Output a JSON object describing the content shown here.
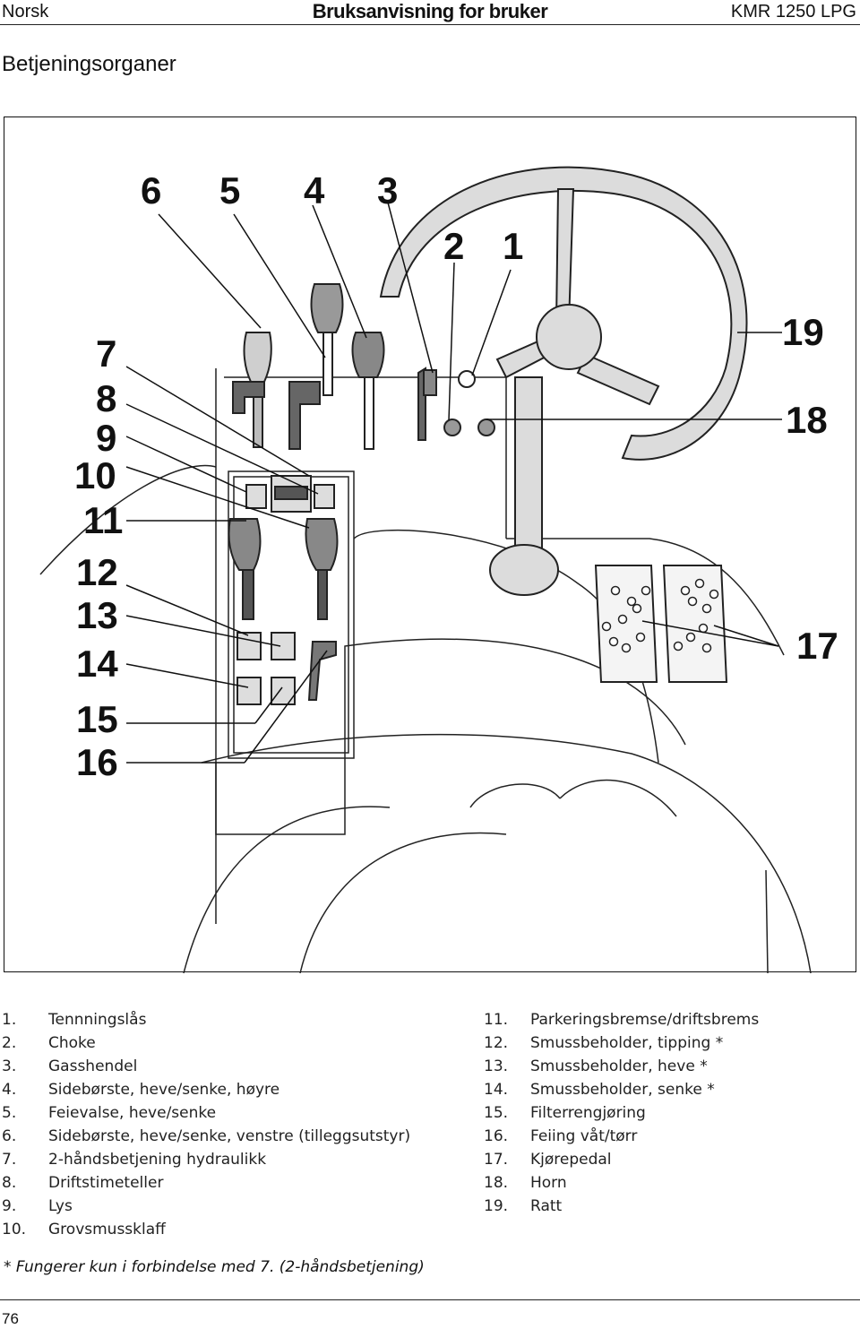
{
  "header": {
    "language": "Norsk",
    "title": "Bruksanvisning for bruker",
    "model": "KMR 1250 LPG"
  },
  "section_title": "Betjeningsorganer",
  "figure": {
    "callouts": [
      "1",
      "2",
      "3",
      "4",
      "5",
      "6",
      "7",
      "8",
      "9",
      "10",
      "11",
      "12",
      "13",
      "14",
      "15",
      "16",
      "17",
      "18",
      "19"
    ]
  },
  "legend_left": [
    {
      "num": "1.",
      "text": "Tennningslås"
    },
    {
      "num": "2.",
      "text": "Choke"
    },
    {
      "num": "3.",
      "text": "Gasshendel"
    },
    {
      "num": "4.",
      "text": "Sidebørste, heve/senke, høyre"
    },
    {
      "num": "5.",
      "text": "Feievalse, heve/senke"
    },
    {
      "num": "6.",
      "text": "Sidebørste, heve/senke, venstre (tilleggsutstyr)"
    },
    {
      "num": "7.",
      "text": "2-håndsbetjening hydraulikk"
    },
    {
      "num": "8.",
      "text": "Driftstimeteller"
    },
    {
      "num": "9.",
      "text": "Lys"
    },
    {
      "num": "10.",
      "text": "Grovsmussklaff"
    }
  ],
  "legend_right": [
    {
      "num": "11.",
      "text": "Parkeringsbremse/driftsbrems"
    },
    {
      "num": "12.",
      "text": "Smussbeholder, tipping *"
    },
    {
      "num": "13.",
      "text": "Smussbeholder, heve *"
    },
    {
      "num": "14.",
      "text": "Smussbeholder, senke *"
    },
    {
      "num": "15.",
      "text": "Filterrengjøring"
    },
    {
      "num": "16.",
      "text": "Feiing våt/tørr"
    },
    {
      "num": "17.",
      "text": "Kjørepedal"
    },
    {
      "num": "18.",
      "text": "Horn"
    },
    {
      "num": "19.",
      "text": "Ratt"
    }
  ],
  "footnote": "* Fungerer kun i forbindelse med 7. (2-håndsbetjening)",
  "page_number": "76"
}
